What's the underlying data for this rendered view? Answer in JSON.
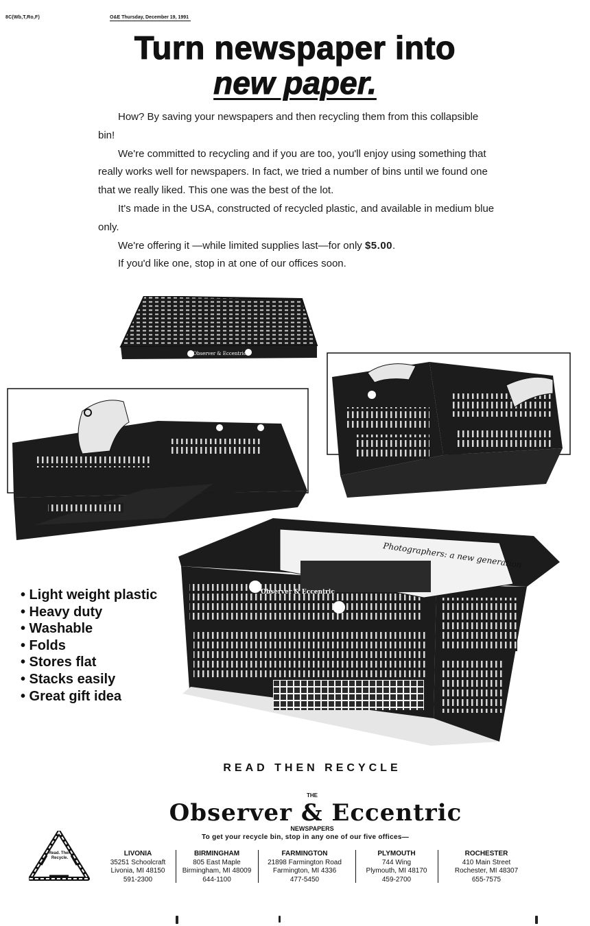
{
  "header": {
    "folio": "8C(Wb,T,Ro,F)",
    "dateline": "O&E Thursday, December 19, 1991"
  },
  "headline": {
    "line1": "Turn newspaper into",
    "line2": "new paper."
  },
  "body": {
    "p1": "How? By saving your newspapers and then recycling them from this collapsible bin!",
    "p2": "We're committed to recycling and if you are too, you'll enjoy using something that really works well for newspapers. In fact, we tried a number of bins until we found one that we really liked. This one was the best of the lot.",
    "p3": "It's made in the USA, constructed of recycled plastic, and available in medium blue only.",
    "p4_pre": "We're offering it —while limited supplies last—for only ",
    "p4_price": "$5.00",
    "p4_post": ".",
    "p5": "If you'd like one, stop in at one of our offices soon."
  },
  "photos": {
    "bin_brand": "Observer & Eccentric",
    "newspaper_headline": "Photographers: a new generation"
  },
  "features": [
    "• Light weight plastic",
    "• Heavy duty",
    "• Washable",
    "• Folds",
    "• Stores flat",
    "• Stacks easily",
    "• Great gift idea"
  ],
  "footer": {
    "tagline": "READ THEN RECYCLE",
    "the": "THE",
    "masthead": "Observer & Eccentric",
    "newspapers": "NEWSPAPERS",
    "prompt": "To get your recycle bin, stop in any one of our five offices—",
    "logo_text": "Read. Then Recycle.",
    "offices": [
      {
        "name": "LIVONIA",
        "street": "35251 Schoolcraft",
        "city": "Livonia, MI 48150",
        "phone": "591-2300"
      },
      {
        "name": "BIRMINGHAM",
        "street": "805 East Maple",
        "city": "Birmingham, MI 48009",
        "phone": "644-1100"
      },
      {
        "name": "FARMINGTON",
        "street": "21898 Farmington Road",
        "city": "Farmington, MI 4336",
        "phone": "477-5450"
      },
      {
        "name": "PLYMOUTH",
        "street": "744 Wing",
        "city": "Plymouth, MI 48170",
        "phone": "459-2700"
      },
      {
        "name": "ROCHESTER",
        "street": "410 Main Street",
        "city": "Rochester, MI 48307",
        "phone": "655-7575"
      }
    ]
  },
  "colors": {
    "ink": "#111111",
    "paper": "#ffffff",
    "bin": "#1c1c1c"
  }
}
